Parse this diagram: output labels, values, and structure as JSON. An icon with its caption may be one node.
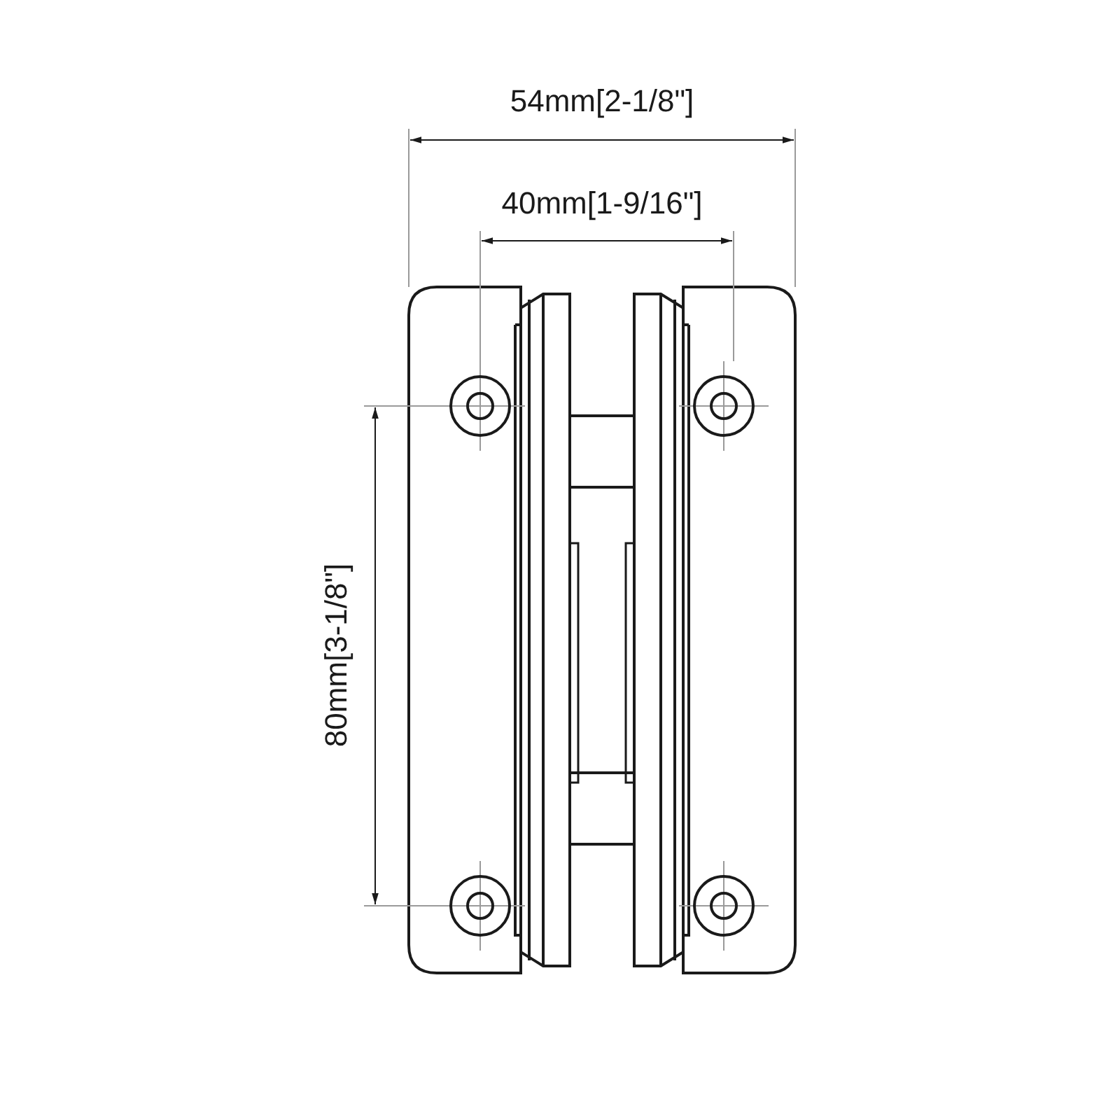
{
  "diagram": {
    "labels": [
      "54mm[2-1/8\"]",
      "40mm[1-9/16\"]",
      "80mm[3-1/8\"]"
    ]
  }
}
